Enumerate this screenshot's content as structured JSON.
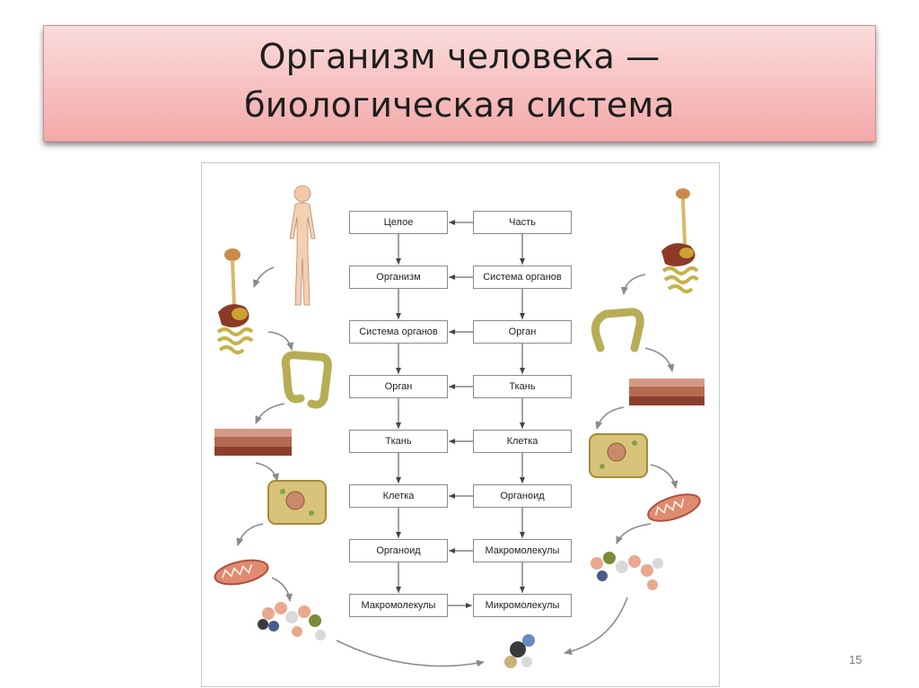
{
  "title": {
    "line1": "Организм человека —",
    "line2": "биологическая система"
  },
  "diagram": {
    "left_column": [
      "Целое",
      "Организм",
      "Система органов",
      "Орган",
      "Ткань",
      "Клетка",
      "Органоид",
      "Макромолекулы"
    ],
    "right_column": [
      "Часть",
      "Система органов",
      "Орган",
      "Ткань",
      "Клетка",
      "Органоид",
      "Макромолекулы",
      "Микромолекулы"
    ],
    "left_illustrations": [
      "human-body",
      "digestive-system",
      "intestine",
      "tissue",
      "cell",
      "mitochondrion",
      "macromolecule"
    ],
    "right_illustrations": [
      "digestive-system",
      "intestine",
      "tissue",
      "cell",
      "mitochondrion",
      "macromolecule"
    ],
    "bottom_illustration": "micromolecule"
  },
  "slide": {
    "page_number": "15"
  }
}
